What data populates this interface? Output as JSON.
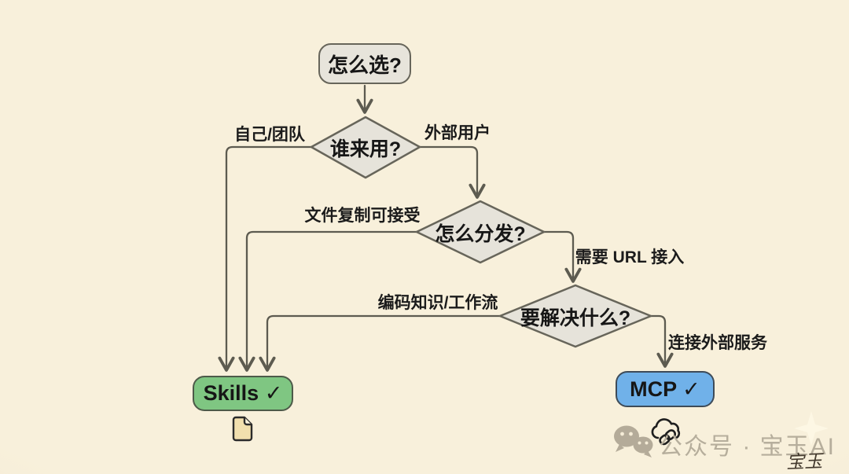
{
  "diagram": {
    "title_node": {
      "label": "怎么选?"
    },
    "decisions": {
      "who": {
        "label": "谁来用?"
      },
      "distribute": {
        "label": "怎么分发?"
      },
      "solve": {
        "label": "要解决什么?"
      }
    },
    "results": {
      "skills": {
        "label": "Skills ✓",
        "color": "#7fc682"
      },
      "mcp": {
        "label": "MCP ✓",
        "color": "#70b1e9"
      }
    },
    "edge_labels": {
      "self_team": "自己/团队",
      "external_users": "外部用户",
      "file_copy_ok": "文件复制可接受",
      "need_url": "需要 URL 接入",
      "coding_workflow": "编码知识/工作流",
      "connect_external": "连接外部服务"
    },
    "icons": [
      {
        "name": "document-icon",
        "meaning": "skill file"
      },
      {
        "name": "cloud-link-icon",
        "meaning": "cloud url connection"
      },
      {
        "name": "wechat-icon",
        "meaning": "wechat official account"
      }
    ],
    "colors": {
      "background": "#f8f0db",
      "node_fill": "#e6e3da",
      "node_border": "#67655a",
      "line": "#5d5b50",
      "text": "#161616",
      "watermark_gray": "#b6ae9c"
    }
  },
  "watermark": {
    "account": "公众号 · 宝玉AI",
    "signature": "宝玉"
  }
}
